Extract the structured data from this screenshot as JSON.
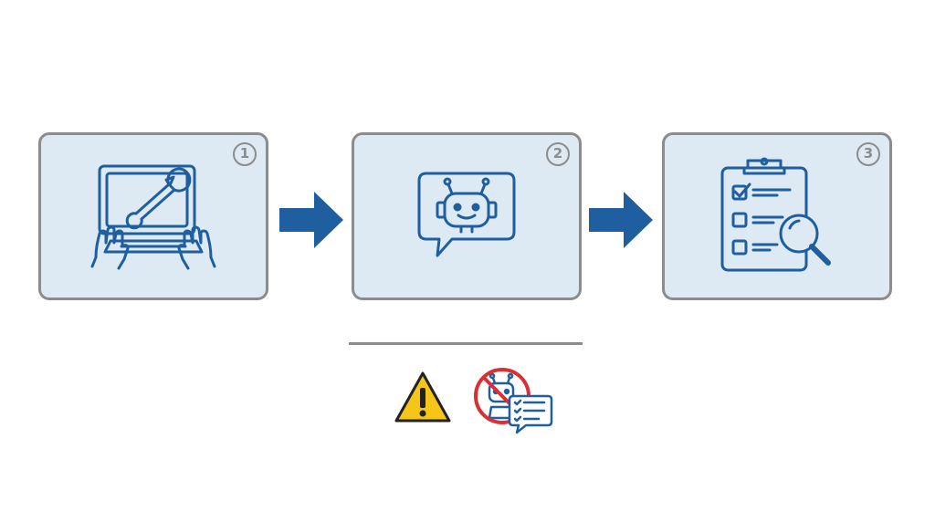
{
  "colors": {
    "card_fill": "#dde9f3",
    "card_border": "#8c8c8c",
    "icon_stroke": "#1f5fa0",
    "arrow": "#1f5fa0",
    "warning_fill": "#f5c518",
    "prohibition": "#d93036"
  },
  "steps": [
    {
      "number": "1",
      "icon": "hands-keyboard-wrench-icon"
    },
    {
      "number": "2",
      "icon": "chatbot-speech-bubble-icon"
    },
    {
      "number": "3",
      "icon": "clipboard-checklist-magnifier-icon"
    }
  ],
  "connectors": [
    "arrow-right-icon",
    "arrow-right-icon"
  ],
  "footer_icons": [
    "warning-icon",
    "no-bot-checklist-icon"
  ]
}
